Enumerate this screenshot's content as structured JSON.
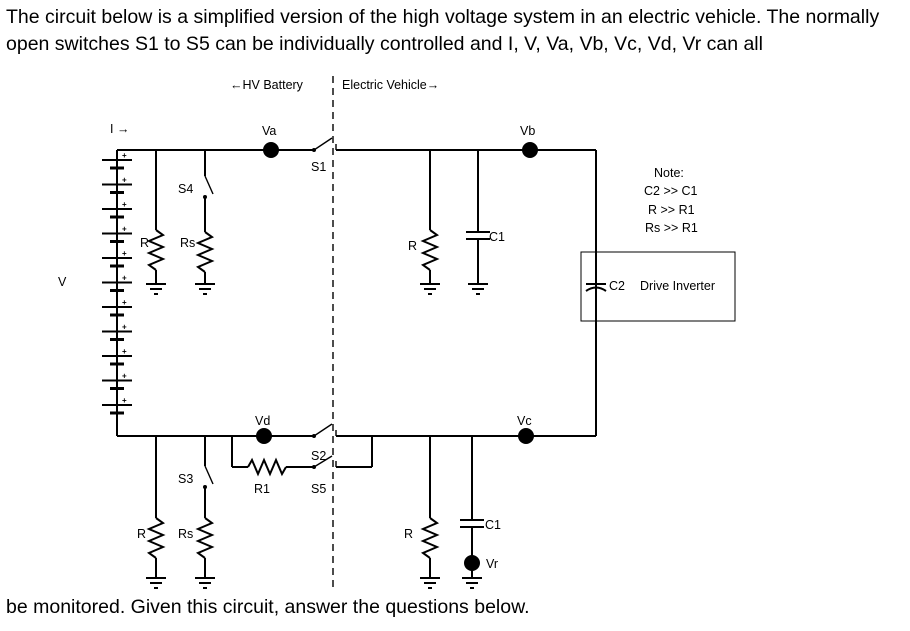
{
  "intro_text": "The circuit below is a simplified version of the high voltage system in an electric vehicle. The normally open switches S1 to S5 can be individually controlled and I, V, Va, Vb, Vc, Vd, Vr can all",
  "outro_text": "be monitored. Given this circuit, answer the questions below.",
  "diagram": {
    "hv_battery_label": "←HV Battery",
    "electric_vehicle_label": "Electric Vehicle→",
    "current_label": "I →",
    "voltage_label": "V",
    "nodes": {
      "va": "Va",
      "vb": "Vb",
      "vc": "Vc",
      "vd": "Vd",
      "vr": "Vr"
    },
    "switches": {
      "s1": "S1",
      "s2": "S2",
      "s3": "S3",
      "s4": "S4",
      "s5": "S5"
    },
    "resistors": {
      "r_top_left": "R",
      "rs_top": "Rs",
      "r_top_right": "R",
      "r_bottom_left": "R",
      "rs_bottom": "Rs",
      "r_bottom_right": "R",
      "r1": "R1"
    },
    "capacitors": {
      "c1_top": "C1",
      "c1_bottom": "C1",
      "c2": "C2"
    },
    "drive_inverter_label": "Drive Inverter",
    "note": {
      "title": "Note:",
      "lines": [
        "C2 >> C1",
        "R >> R1",
        "Rs >> R1"
      ]
    },
    "battery_plus_sign": "+"
  }
}
